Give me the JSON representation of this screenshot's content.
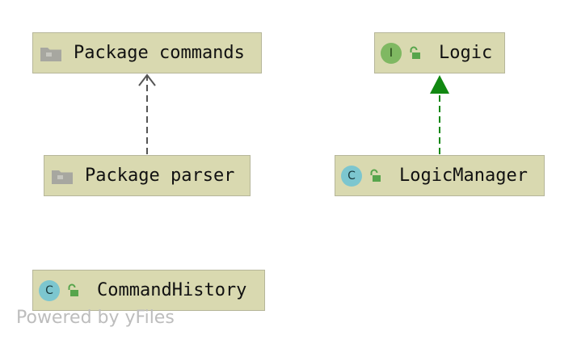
{
  "nodes": {
    "package_commands": {
      "label": "Package commands",
      "icon": "folder-icon"
    },
    "package_parser": {
      "label": "Package parser",
      "icon": "folder-icon"
    },
    "logic": {
      "label": "Logic",
      "type_letter": "I",
      "icon": "interface-icon",
      "visibility_icon": "public-lock-icon"
    },
    "logic_manager": {
      "label": "LogicManager",
      "type_letter": "C",
      "icon": "class-icon",
      "visibility_icon": "public-lock-icon"
    },
    "command_history": {
      "label": "CommandHistory",
      "type_letter": "C",
      "icon": "class-icon",
      "visibility_icon": "public-lock-icon"
    }
  },
  "edges": [
    {
      "from": "Package parser",
      "to": "Package commands",
      "kind": "dependency",
      "style": "dashed",
      "arrowhead": "open",
      "color": "#555555"
    },
    {
      "from": "LogicManager",
      "to": "Logic",
      "kind": "realization",
      "style": "dashed",
      "arrowhead": "filled",
      "color": "#118811"
    }
  ],
  "watermark": "Powered by yFiles",
  "colors": {
    "node_fill": "#d9d9b0",
    "node_border": "#b6b69a",
    "folder_icon": "#a7a7a0",
    "interface_badge": "#7fb862",
    "class_badge": "#7cc6cf",
    "lock_icon": "#57a54c",
    "dependency_edge": "#555555",
    "realization_edge": "#118811",
    "watermark": "#bdbdbd"
  }
}
